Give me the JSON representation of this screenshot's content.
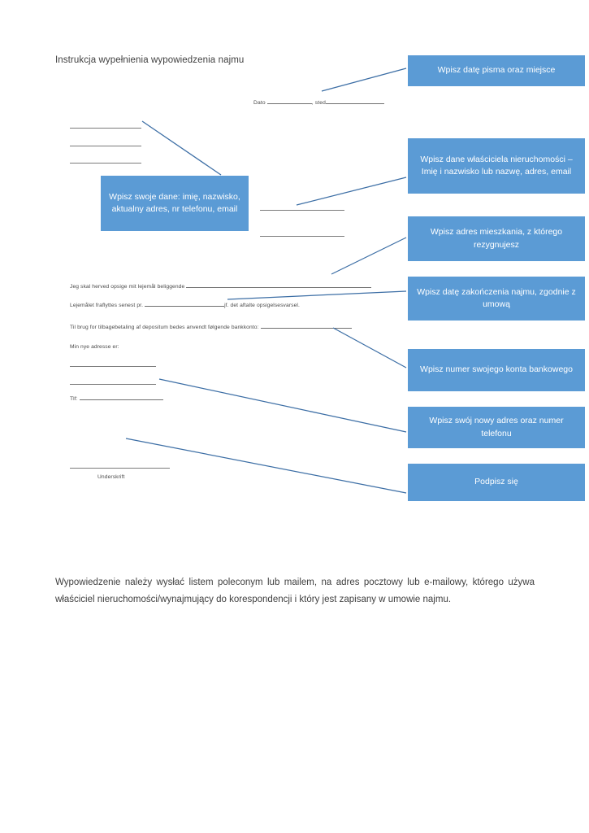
{
  "document": {
    "title": "Instrukcja wypełnienia wypowiedzenia najmu",
    "footer_note": "Wypowiedzenie należy wysłać listem poleconym lub mailem, na adres pocztowy lub e-mailowy, którego używa właściciel nieruchomości/wynajmujący do korespondencji i który jest zapisany w umowie najmu."
  },
  "letter": {
    "date_label": "Dato",
    "place_label": ", sted",
    "line_termination": "Jeg skal herved opsige mit lejemål beliggende",
    "line_moveout_prefix": "Lejemålet fraflyttes senest pr.",
    "line_moveout_suffix": "jf. det aftalte opsigelsesvarsel.",
    "line_deposit": "Til brug for tilbagebetaling af depositum bedes anvendt følgende bankkonto:",
    "line_new_address": "Min nye adresse er:",
    "line_phone_label": "Tlf:",
    "signature_caption": "Underskrift"
  },
  "callouts": [
    {
      "id": "date-place",
      "text": "Wpisz datę pisma oraz miejsce"
    },
    {
      "id": "owner-data",
      "text": "Wpisz dane właściciela nieruchomości – Imię i nazwisko lub nazwę, adres, email"
    },
    {
      "id": "flat-address",
      "text": "Wpisz adres mieszkania, z którego rezygnujesz"
    },
    {
      "id": "end-date",
      "text": "Wpisz datę zakończenia najmu, zgodnie z umową"
    },
    {
      "id": "bank-account",
      "text": "Wpisz numer swojego konta bankowego"
    },
    {
      "id": "new-address",
      "text": "Wpisz swój nowy adres oraz numer telefonu"
    },
    {
      "id": "sign",
      "text": "Podpisz się"
    },
    {
      "id": "own-data",
      "text": "Wpisz swoje dane: imię, nazwisko, aktualny adres, nr telefonu, email"
    }
  ],
  "colors": {
    "callout_fill": "#5B9BD5",
    "connector": "#3C6EA5",
    "rule": "#7B7B7B",
    "text": "#3F3F3F"
  }
}
